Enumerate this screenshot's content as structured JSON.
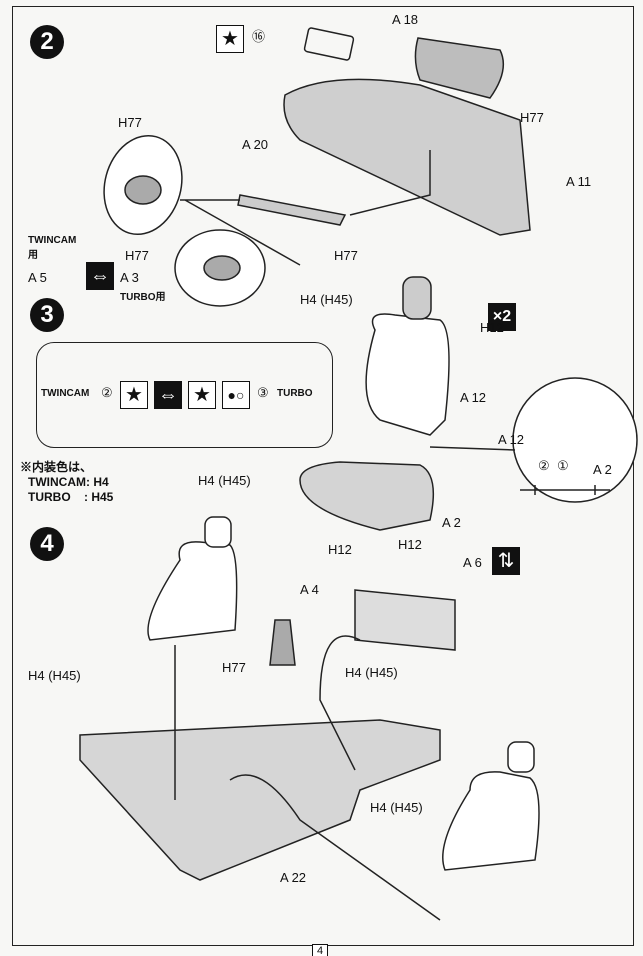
{
  "steps": {
    "s2": "2",
    "s3": "3",
    "s4": "4"
  },
  "step2": {
    "a18": "A 18",
    "h77_a": "H77",
    "decal16": "⑯",
    "a11": "A 11",
    "h77_b": "H77",
    "a20": "A 20",
    "h77_c": "H77",
    "twincam_use": "TWINCAM\n用",
    "a5": "A 5",
    "a3": "A 3",
    "turbo_use": "TURBO用",
    "h77_d": "H77"
  },
  "step3": {
    "h4_h45_top": "H4 (H45)",
    "x2": "×2",
    "h12_a": "H12",
    "a12": "A 12",
    "a12_detail": "A 12",
    "circ2": "②",
    "circ1": "①",
    "a2_detail": "A 2",
    "h4_h45_seat": "H4 (H45)",
    "a2": "A 2",
    "h12_b": "H12",
    "legend": {
      "twincam": "TWINCAM",
      "num2": "②",
      "num3": "③",
      "turbo": "TURBO"
    },
    "note": {
      "title": "※内装色は、",
      "twincam": "TWINCAM: H4",
      "turbo": "TURBO    : H45"
    }
  },
  "step4": {
    "h12": "H12",
    "a6": "A 6",
    "a4": "A 4",
    "h77": "H77",
    "h4_h45_rear": "H4 (H45)",
    "h4_h45_left": "H4 (H45)",
    "h4_h45_floor": "H4 (H45)",
    "a22": "A 22"
  },
  "page_number": "4"
}
